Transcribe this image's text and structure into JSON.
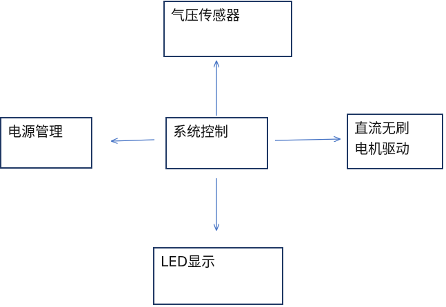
{
  "diagram": {
    "blocks": {
      "pressure_sensor": {
        "label": "气压传感器"
      },
      "power_management": {
        "label": "电源管理"
      },
      "system_control": {
        "label": "系统控制"
      },
      "bldc_driver": {
        "label": "直流无刷\n电机驱动"
      },
      "led_display": {
        "label": "LED显示"
      }
    },
    "connections": [
      {
        "from": "system_control",
        "to": "pressure_sensor"
      },
      {
        "from": "system_control",
        "to": "power_management"
      },
      {
        "from": "system_control",
        "to": "bldc_driver"
      },
      {
        "from": "system_control",
        "to": "led_display"
      }
    ],
    "colors": {
      "box_border": "#1f3864",
      "arrow": "#4472c4",
      "text": "#111111"
    }
  }
}
